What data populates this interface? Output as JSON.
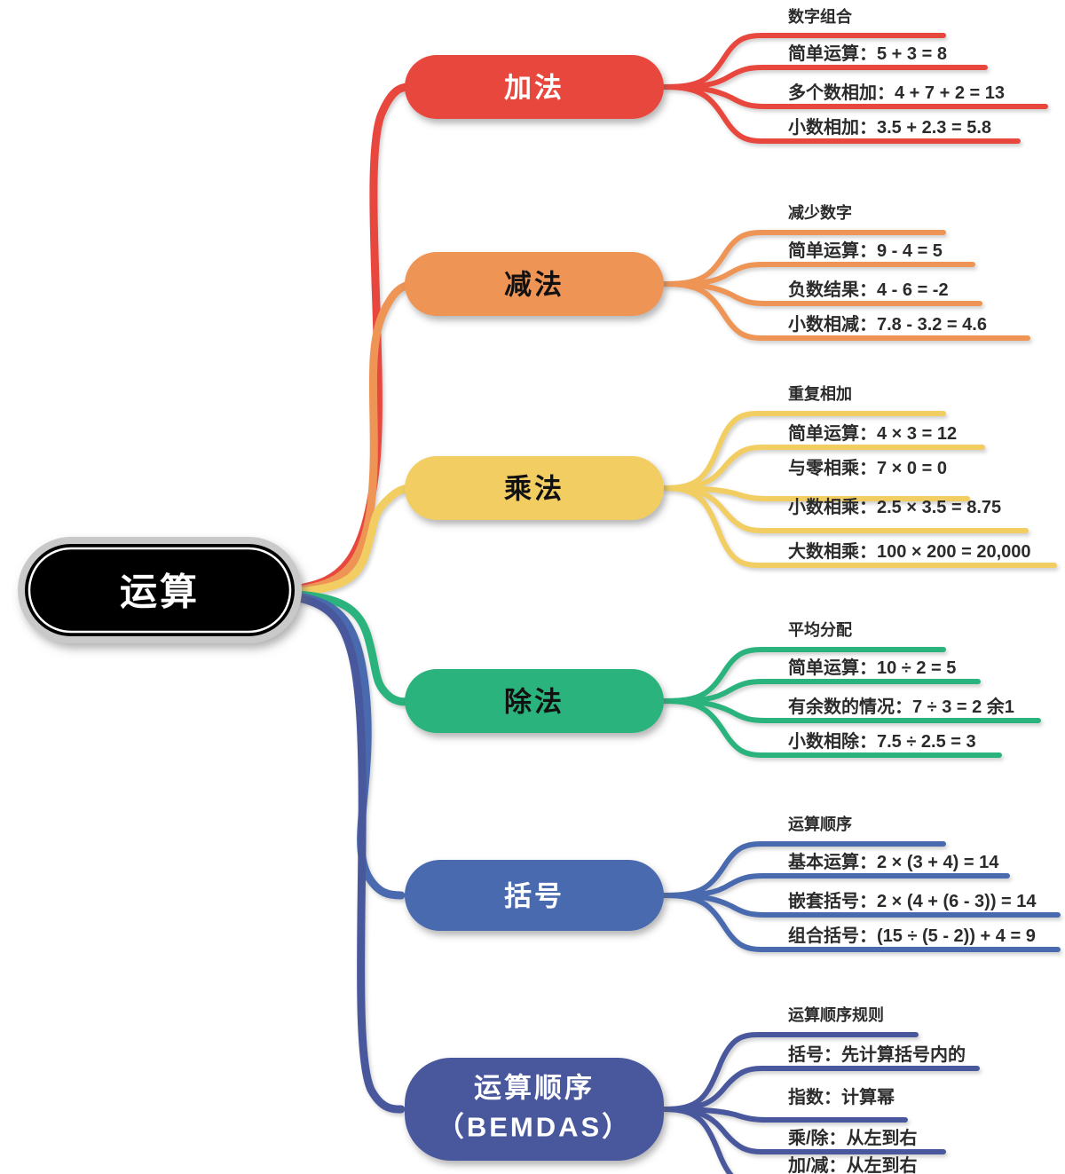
{
  "diagram": {
    "type": "mindmap",
    "title": "运算",
    "background": "#ffffff"
  },
  "root": {
    "label": "运算",
    "fill": "#000000",
    "border": "#b8b8b8",
    "text_color": "#ffffff"
  },
  "branches": [
    {
      "label": "加法",
      "color": "#E8463C",
      "text_color": "#ffffff",
      "leaves": [
        {
          "label": "数字组合"
        },
        {
          "label": "简单运算：5 + 3 = 8"
        },
        {
          "label": "多个数相加：4 + 7 + 2 = 13"
        },
        {
          "label": "小数相加：3.5 + 2.3 = 5.8"
        }
      ]
    },
    {
      "label": "减法",
      "color": "#EE9455",
      "text_color": "#111111",
      "leaves": [
        {
          "label": "减少数字"
        },
        {
          "label": "简单运算：9 - 4 = 5"
        },
        {
          "label": "负数结果：4 - 6 = -2"
        },
        {
          "label": "小数相减：7.8 - 3.2 = 4.6"
        }
      ]
    },
    {
      "label": "乘法",
      "color": "#F2CE62",
      "text_color": "#111111",
      "leaves": [
        {
          "label": "重复相加"
        },
        {
          "label": "简单运算：4 × 3 = 12"
        },
        {
          "label": "与零相乘：7 × 0 = 0"
        },
        {
          "label": "小数相乘：2.5 × 3.5 = 8.75"
        },
        {
          "label": "大数相乘：100 × 200 = 20,000"
        }
      ]
    },
    {
      "label": "除法",
      "color": "#2CB37D",
      "text_color": "#111111",
      "leaves": [
        {
          "label": "平均分配"
        },
        {
          "label": "简单运算：10 ÷ 2 = 5"
        },
        {
          "label": "有余数的情况：7 ÷ 3 = 2 余1"
        },
        {
          "label": "小数相除：7.5 ÷ 2.5 = 3"
        }
      ]
    },
    {
      "label": "括号",
      "color": "#4A6BAE",
      "text_color": "#ffffff",
      "leaves": [
        {
          "label": "运算顺序"
        },
        {
          "label": "基本运算：2 × (3 + 4) = 14"
        },
        {
          "label": "嵌套括号：2 × (4 + (6 - 3)) = 14"
        },
        {
          "label": "组合括号：(15 ÷ (5 - 2)) + 4 = 9"
        }
      ]
    },
    {
      "label": "运算顺序\n（BEMDAS）",
      "label_line1": "运算顺序",
      "label_line2": "（BEMDAS）",
      "color": "#48589C",
      "text_color": "#ffffff",
      "leaves": [
        {
          "label": "运算顺序规则"
        },
        {
          "label": "括号：先计算括号内的"
        },
        {
          "label": "指数：计算幂"
        },
        {
          "label": "乘/除：从左到右"
        },
        {
          "label": "加/减：从左到右"
        }
      ]
    }
  ]
}
